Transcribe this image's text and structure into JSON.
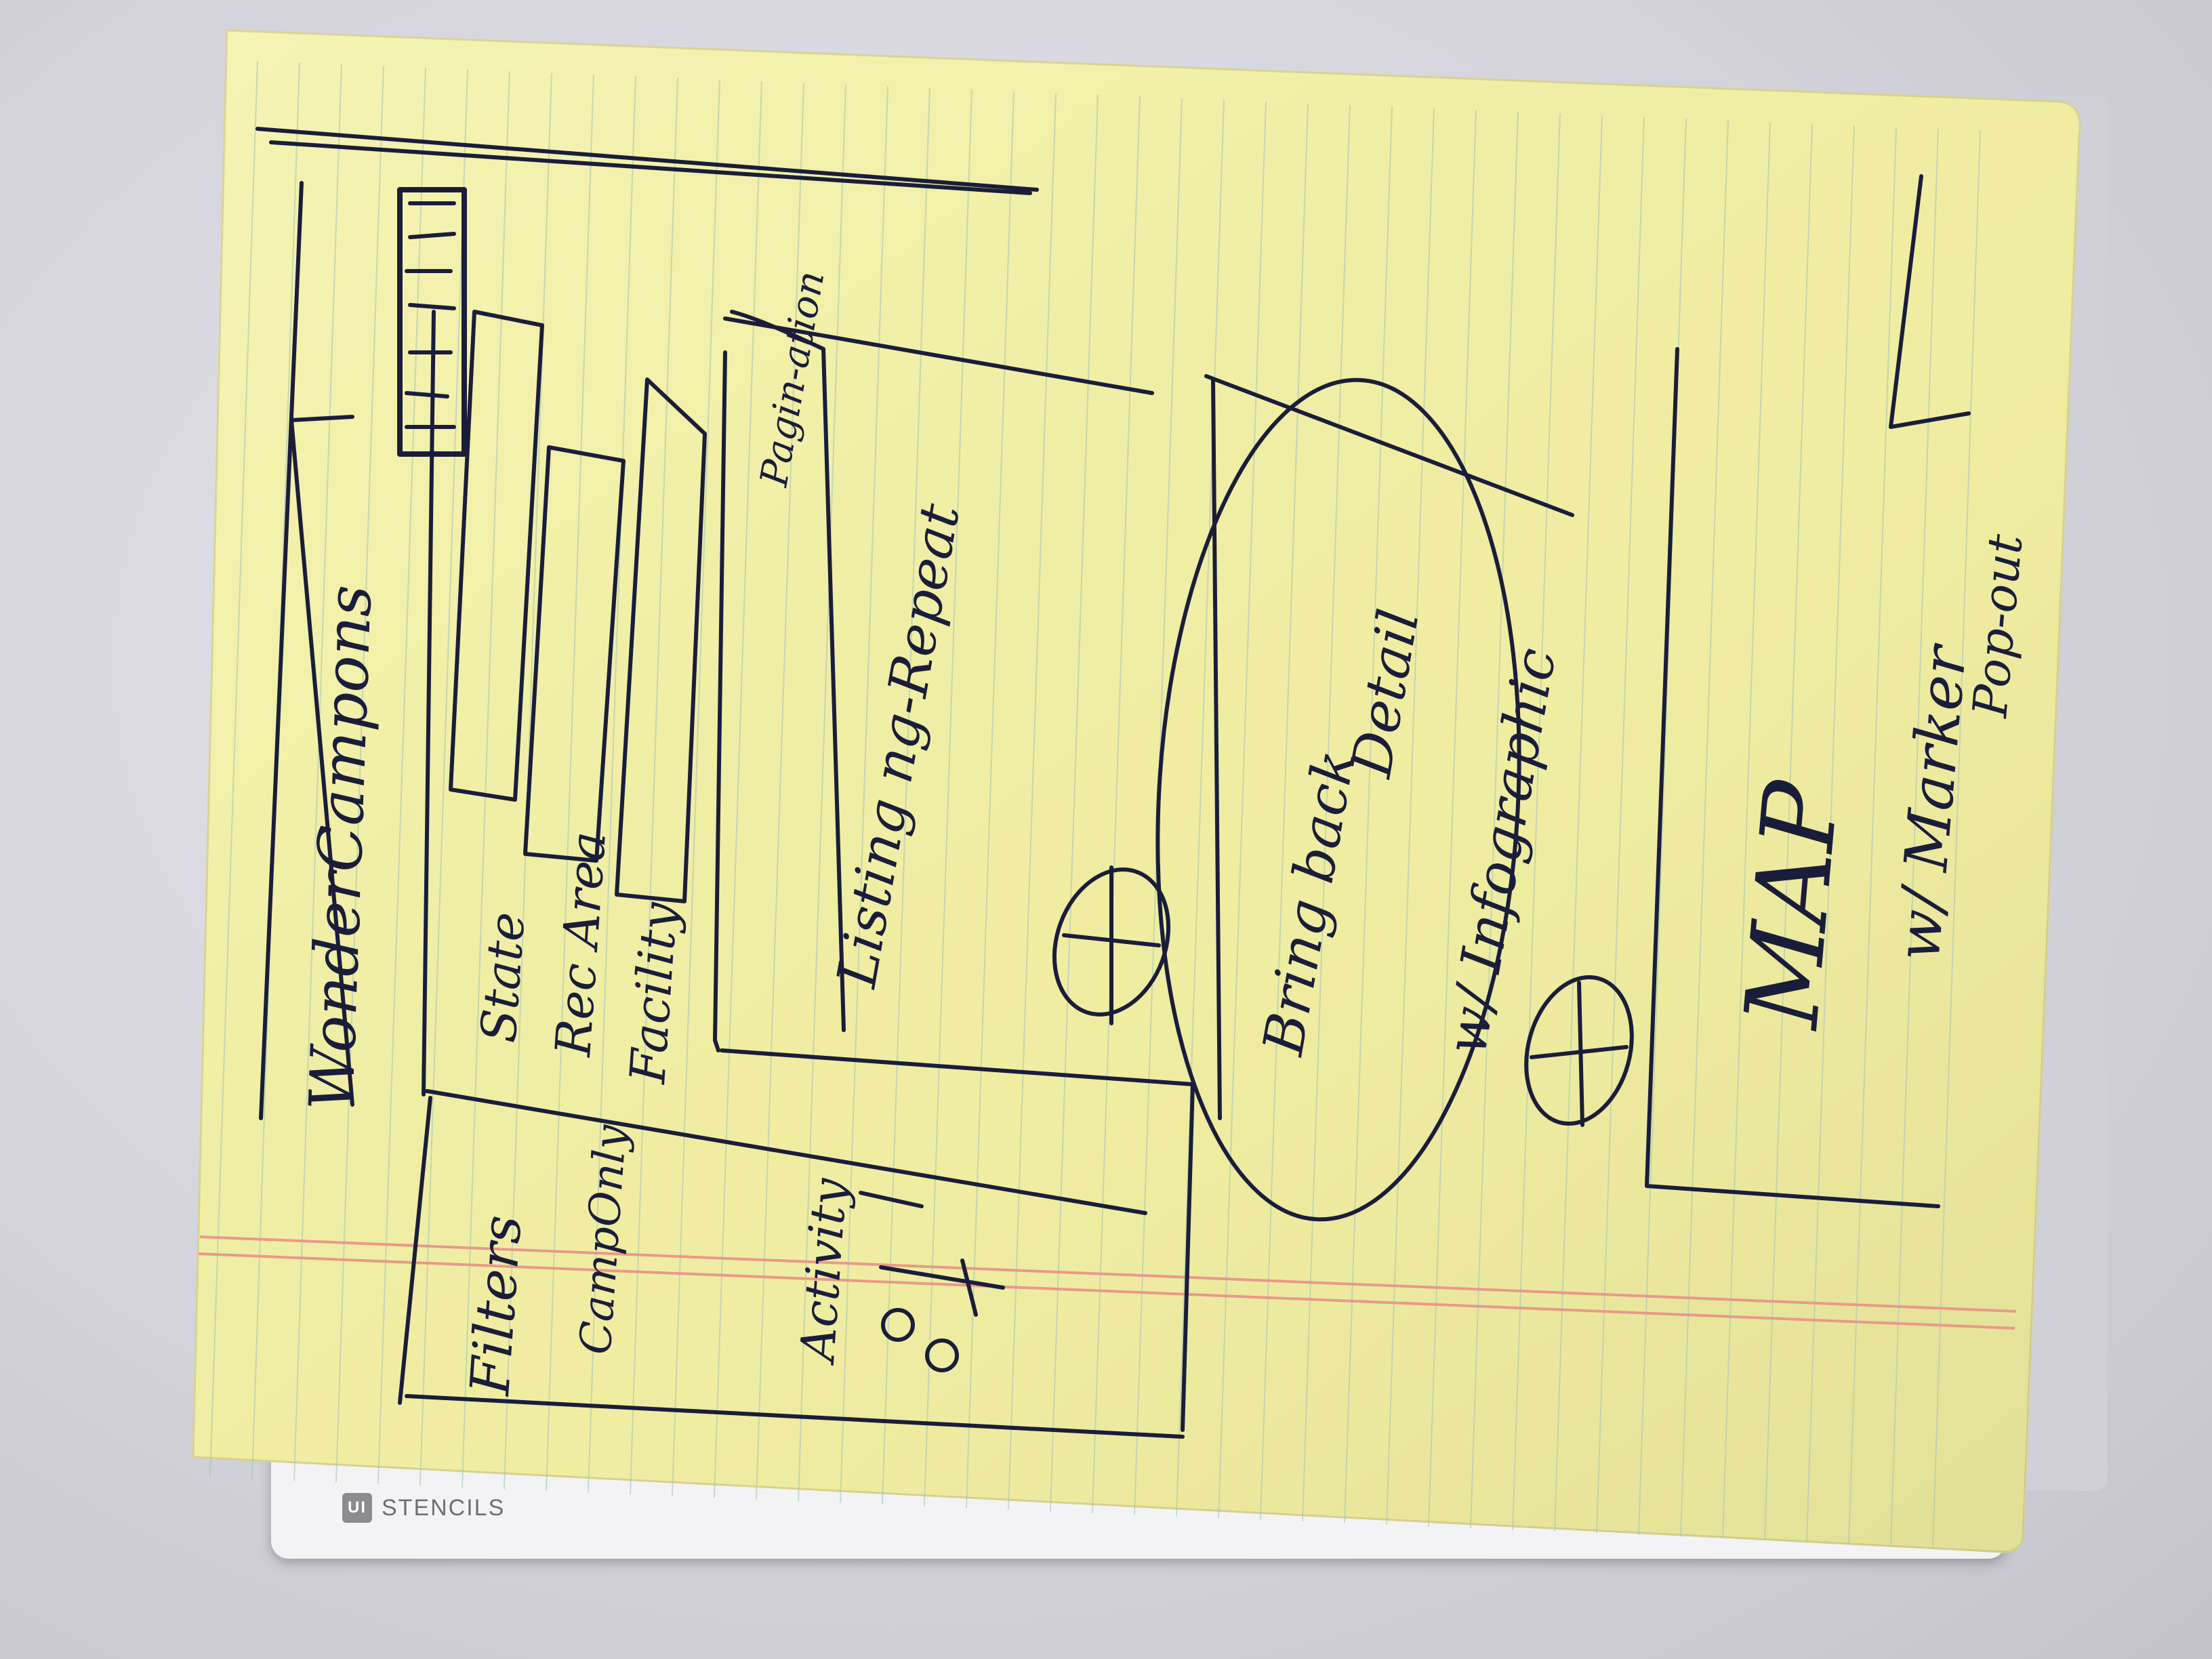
{
  "photo": {
    "subject": "Handwritten wireframe sketch on yellow legal pad",
    "stencil_brand": "STENCILS",
    "stencil_logo": "UI"
  },
  "sketch": {
    "title": "WonderCampons",
    "filters_heading": "Filters",
    "camp_only_pill": "CampOnly",
    "filter_options": {
      "state": "State",
      "rec_area": "Rec Area",
      "facility": "Facility",
      "activity": "Activity"
    },
    "listing_panel": "Listing ng-Repeat",
    "pagination_note": "Pagin-ation",
    "detail_panel": {
      "line1": "Bring back",
      "line2": "Detail",
      "line3": "w/ Infographic"
    },
    "map_panel": {
      "label": "MAP",
      "note1": "w/ Marker",
      "note2": "Pop-out"
    },
    "ink_color": "#1a1d3a",
    "paper_color": "#f4f2a6"
  }
}
